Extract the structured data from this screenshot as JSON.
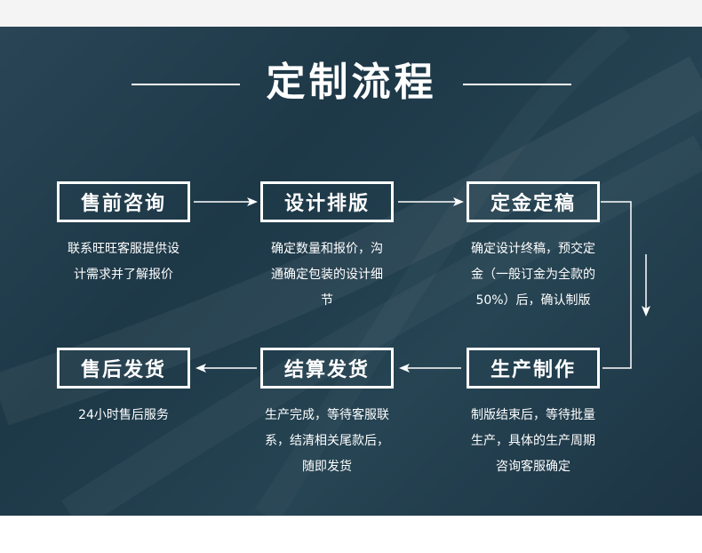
{
  "title": "定制流程",
  "steps": [
    {
      "label": "售前咨询",
      "desc_lines": [
        "联系旺旺客服提供设",
        "计需求并了解报价"
      ]
    },
    {
      "label": "设计排版",
      "desc_lines": [
        "确定数量和报价，沟",
        "通确定包装的设计细",
        "节"
      ]
    },
    {
      "label": "定金定稿",
      "desc_lines": [
        "确定设计终稿，预交定",
        "金（一般订金为全款的",
        "50%）后，确认制版"
      ]
    },
    {
      "label": "生产制作",
      "desc_lines": [
        "制版结束后，等待批量",
        "生产，具体的生产周期",
        "咨询客服确定"
      ]
    },
    {
      "label": "结算发货",
      "desc_lines": [
        "生产完成，等待客服联",
        "系，结清相关尾款后，",
        "随即发货"
      ]
    },
    {
      "label": "售后发货",
      "desc_lines": [
        "24小时售后服务"
      ]
    }
  ],
  "colors": {
    "background": "#1f3a4a",
    "foreground": "#ffffff"
  }
}
